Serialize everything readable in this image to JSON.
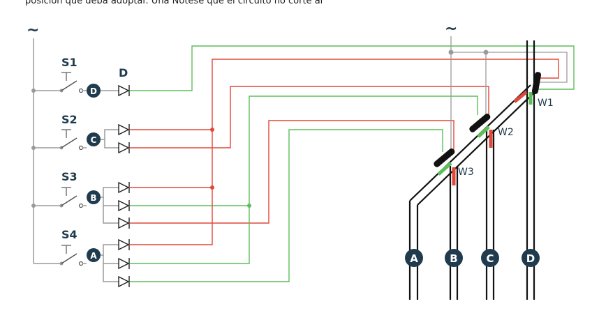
{
  "header_text": "posición que deba adoptar. Una   Nótese  que  el  circuito  no  corte al",
  "supply_symbol": "~",
  "switches": [
    {
      "label": "S1",
      "terminal": "D"
    },
    {
      "label": "S2",
      "terminal": "C"
    },
    {
      "label": "S3",
      "terminal": "B"
    },
    {
      "label": "S4",
      "terminal": "A"
    }
  ],
  "diode_label": "D",
  "turnouts": [
    "W1",
    "W2",
    "W3"
  ],
  "tracks": [
    "A",
    "B",
    "C",
    "D"
  ],
  "colors": {
    "red": "#e0483a",
    "green": "#5cbf5a",
    "gray": "#9a9a9a",
    "dark": "#1f3b4d",
    "rail": "#111111"
  }
}
